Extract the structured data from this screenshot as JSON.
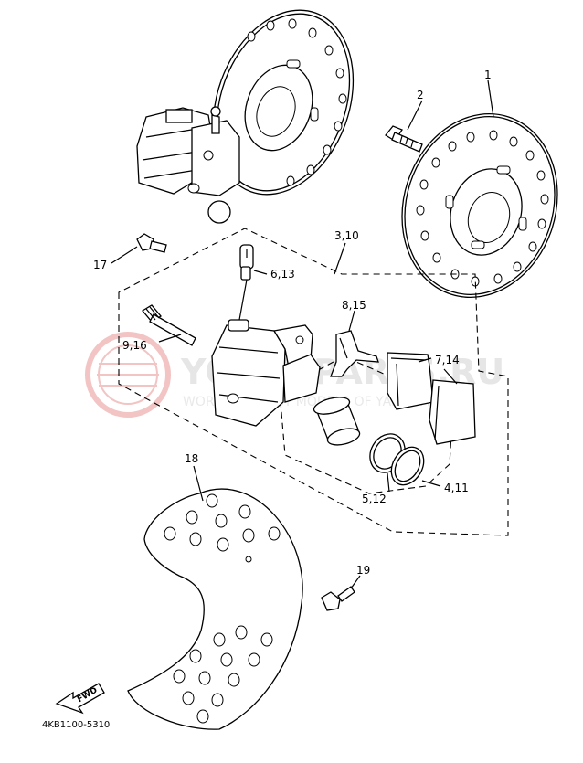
{
  "watermark": {
    "brand": "YAMAHA",
    "line1": "YOMO-PARTS.RU",
    "line2": "WORLD BIGGEST MODELS OF YAMAHA",
    "color": "#e6e6e6",
    "logo_color": "#f2c4c4"
  },
  "callouts": {
    "p1": "1",
    "p2": "2",
    "p3_10": "3,10",
    "p17": "17",
    "p6_13": "6,13",
    "p8_15": "8,15",
    "p9_16": "9,16",
    "p7_14": "7,14",
    "p18": "18",
    "p5_12": "5,12",
    "p4_11": "4,11",
    "p19": "19"
  },
  "fwd_label": "FWD",
  "diagram_code": "4KB1100-5310"
}
